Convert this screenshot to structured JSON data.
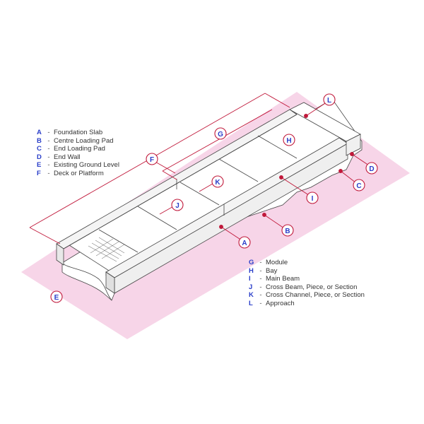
{
  "diagram": {
    "type": "isometric modular bridge diagram",
    "colors": {
      "ground": "#f7d5e8",
      "line": "#444444",
      "callout": "#c0183a",
      "label_text": "#2a3ec9",
      "dimension": "#c0183a"
    }
  },
  "legend_left": {
    "items": [
      {
        "key": "A",
        "label": "Foundation Slab"
      },
      {
        "key": "B",
        "label": "Centre Loading Pad"
      },
      {
        "key": "C",
        "label": "End Loading Pad"
      },
      {
        "key": "D",
        "label": "End Wall"
      },
      {
        "key": "E",
        "label": "Existing Ground Level"
      },
      {
        "key": "F",
        "label": "Deck or Platform"
      }
    ]
  },
  "legend_right": {
    "items": [
      {
        "key": "G",
        "label": "Module"
      },
      {
        "key": "H",
        "label": "Bay"
      },
      {
        "key": "I",
        "label": "Main Beam"
      },
      {
        "key": "J",
        "label": "Cross Beam, Piece, or Section"
      },
      {
        "key": "K",
        "label": "Cross Channel, Piece, or Section"
      },
      {
        "key": "L",
        "label": "Approach"
      }
    ]
  },
  "callouts": {
    "A": "A",
    "B": "B",
    "C": "C",
    "D": "D",
    "E": "E",
    "F": "F",
    "G": "G",
    "H": "H",
    "I": "I",
    "J": "J",
    "K": "K",
    "L": "L"
  },
  "dash": "-"
}
